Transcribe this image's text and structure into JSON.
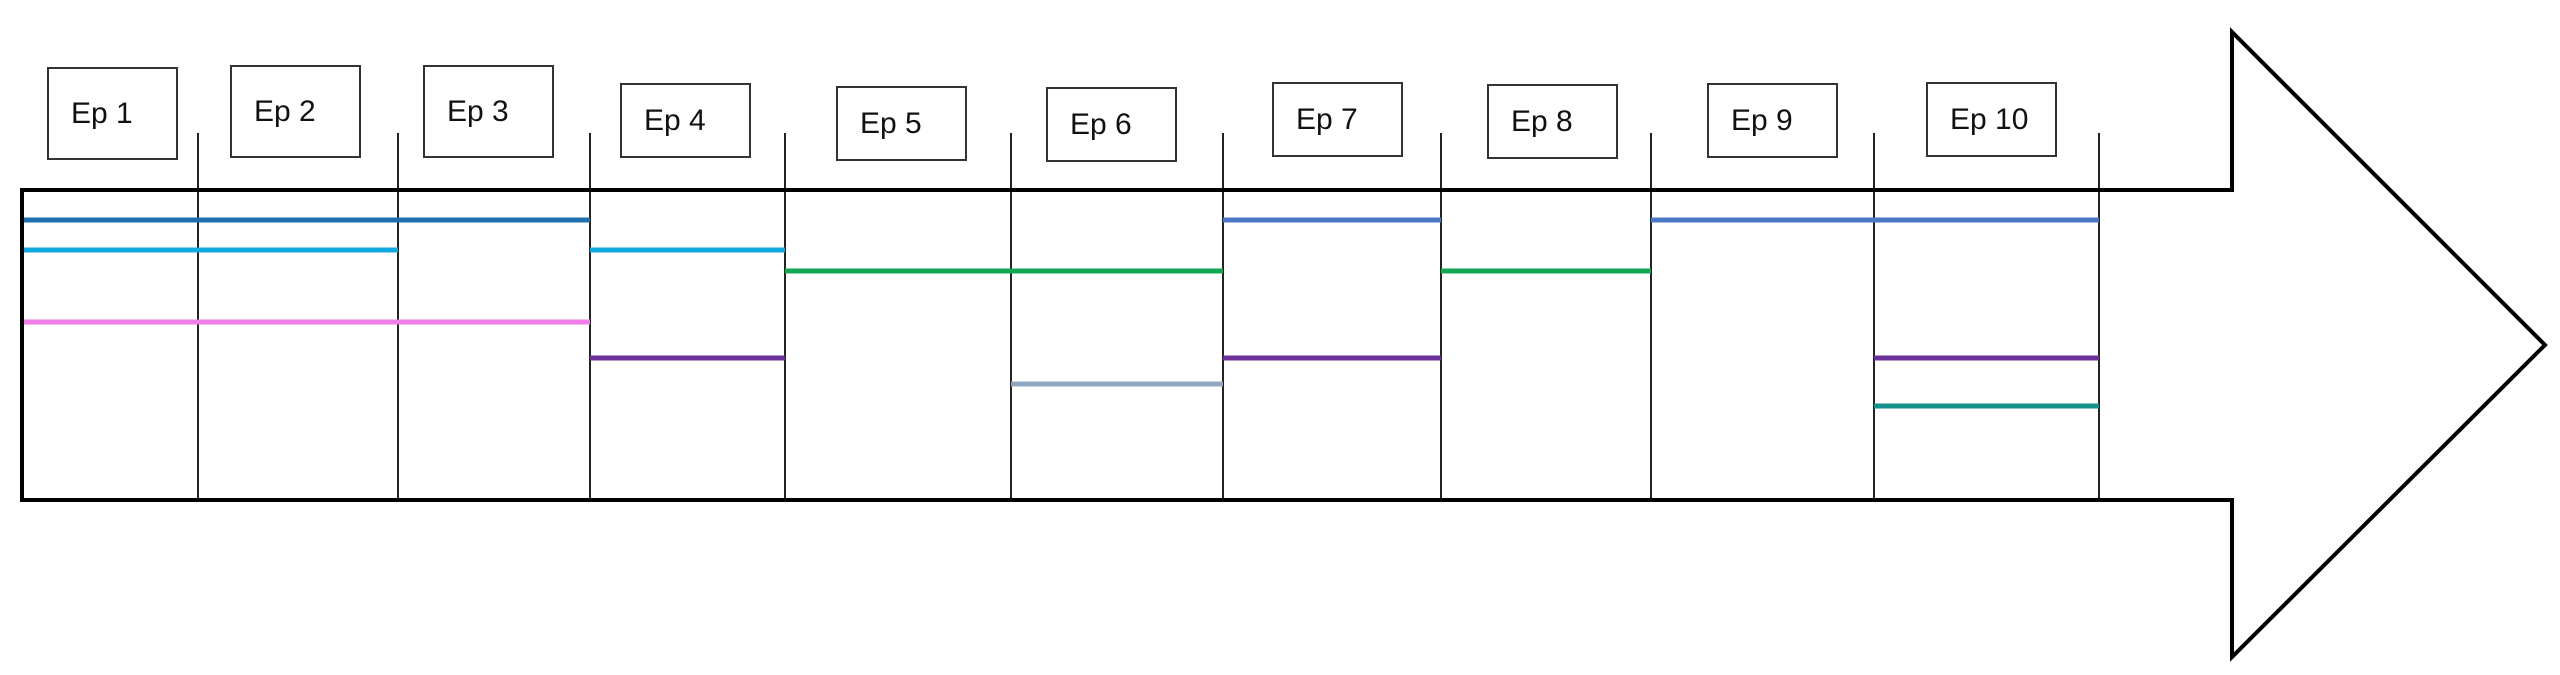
{
  "episodes": [
    {
      "label": "Ep 1"
    },
    {
      "label": "Ep 2"
    },
    {
      "label": "Ep 3"
    },
    {
      "label": "Ep 4"
    },
    {
      "label": "Ep 5"
    },
    {
      "label": "Ep 6"
    },
    {
      "label": "Ep 7"
    },
    {
      "label": "Ep 8"
    },
    {
      "label": "Ep 9"
    },
    {
      "label": "Ep 10"
    }
  ],
  "tracks": [
    {
      "name": "dark-blue",
      "color": "#1f6fb0",
      "lane": 1,
      "from_episode": 1,
      "to_episode": 3
    },
    {
      "name": "light-blue",
      "color": "#12a8e0",
      "lane": 2,
      "from_episode": 1,
      "to_episode": 2
    },
    {
      "name": "light-blue",
      "color": "#12a8e0",
      "lane": 2,
      "from_episode": 4,
      "to_episode": 4
    },
    {
      "name": "pink",
      "color": "#f07ee8",
      "lane": 4,
      "from_episode": 1,
      "to_episode": 3
    },
    {
      "name": "purple",
      "color": "#6b3198",
      "lane": 5,
      "from_episode": 4,
      "to_episode": 4
    },
    {
      "name": "green",
      "color": "#12a552",
      "lane": 3,
      "from_episode": 5,
      "to_episode": 6
    },
    {
      "name": "gray-blue",
      "color": "#8fa8c0",
      "lane": 6,
      "from_episode": 6,
      "to_episode": 6
    },
    {
      "name": "blue",
      "color": "#4a78c4",
      "lane": 1,
      "from_episode": 7,
      "to_episode": 7
    },
    {
      "name": "purple",
      "color": "#6b3198",
      "lane": 5,
      "from_episode": 7,
      "to_episode": 7
    },
    {
      "name": "green",
      "color": "#12a552",
      "lane": 3,
      "from_episode": 8,
      "to_episode": 8
    },
    {
      "name": "blue",
      "color": "#4a78c4",
      "lane": 1,
      "from_episode": 9,
      "to_episode": 10
    },
    {
      "name": "purple",
      "color": "#6b3198",
      "lane": 5,
      "from_episode": 10,
      "to_episode": 10
    },
    {
      "name": "teal",
      "color": "#13918a",
      "lane": 7,
      "from_episode": 10,
      "to_episode": 10
    }
  ],
  "colors": {
    "outline": "#000000",
    "divider": "#222222",
    "box_border": "#333333"
  }
}
